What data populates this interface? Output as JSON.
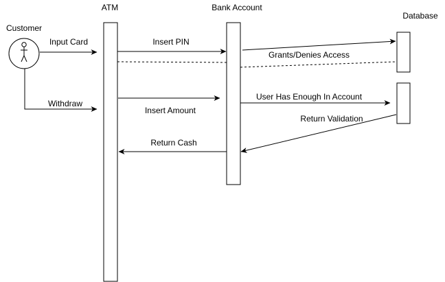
{
  "participants": {
    "customer": "Customer",
    "atm": "ATM",
    "bank_account": "Bank Account",
    "database": "Database"
  },
  "messages": {
    "input_card": "Input Card",
    "insert_pin": "Insert PIN",
    "grants_denies_access": "Grants/Denies Access",
    "withdraw": "Withdraw",
    "insert_amount": "Insert Amount",
    "user_has_enough": "User Has Enough In Account",
    "return_validation": "Return Validation",
    "return_cash": "Return Cash"
  },
  "colors": {
    "stroke": "#000000",
    "fill": "#ffffff"
  }
}
